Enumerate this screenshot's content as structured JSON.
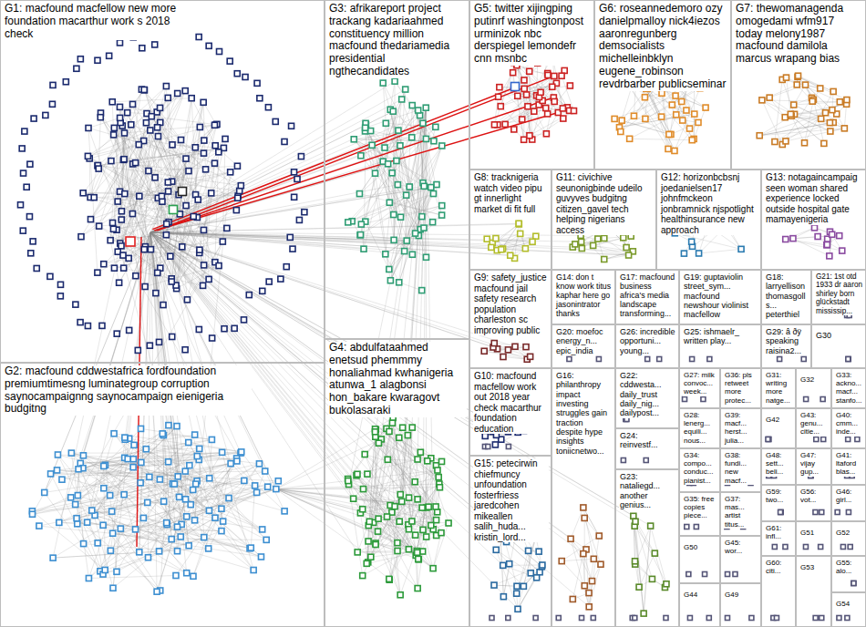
{
  "diagram": {
    "nodes": [
      {
        "text": [
          "G1: macfound macfellow new more foundation macarthur work s 2018 check"
        ]
      },
      {
        "text": [
          "G2: macfound cddwestafrica fordfoundation premiumtimesng luminategroup corruption saynocampaignng saynocampaign eienigeria budgitng"
        ]
      },
      {
        "text": [
          "G3: afrikareport project trackang kadariaahmed constituency million macfound thedariamedia presidential ngthecandidates"
        ]
      },
      {
        "text": [
          "G4: abdulfataahmed enetsud phemmmy honaliahmad kwhanigeria atunwa_1 alagbonsi hon_bakare kwaragovt bukolasaraki"
        ]
      },
      {
        "text": [
          "G5: twitter xijingping putinrf washingtonpost urminizok nbc derspiegel lemondefr cnn msnbc"
        ]
      },
      {
        "text": [
          "G6: roseannedemoro ozy danielpmalloy nick4iezos aaronregunberg demsocialists michelleinbklyn eugene_robinson revdrbarber publicseminar"
        ]
      },
      {
        "text": [
          "G7: thewomanagenda omogedami wfm917 today melony1987 macfound damilola marcus wrapang bias"
        ]
      },
      {
        "text": [
          "G8: tracknigeria watch video pipu gt innerlight market di fit full"
        ]
      },
      {
        "text": [
          "G11: civichive seunonigbinde udeilo guvyves budgitng citizen_gavel tech helping nigerians access"
        ]
      },
      {
        "text": [
          "G12: horizonbcbsnj joedanielsen17 johnfmckeon jonbramnick njspotlight healthinsurance new approach"
        ]
      },
      {
        "text": [
          "G13: notagaincampaig seen woman shared experience locked outside hospital gate mamayenigeria"
        ]
      },
      {
        "text": [
          "G9: safety_justice macfound jail safety research population charleston sc improving public"
        ]
      },
      {
        "text": [
          "G14: don t know work titus kaphar here go jasonintrator thanks"
        ]
      },
      {
        "text": [
          "G17: macfound business africa's media landscape transforming..."
        ]
      },
      {
        "text": [
          "G19: guptaviolin street_sym... macfound newshour violinist macfellow"
        ]
      },
      {
        "text": [
          "G18: larryellison thomasgolls... peterthiel"
        ]
      },
      {
        "text": [
          "G21: 1st otd 1933 dr aaron shirley born glückstadt mississip..."
        ]
      },
      {
        "text": [
          "G20: moefoc energy_n... epic_india"
        ]
      },
      {
        "text": [
          "G26: incredible opportuni... young..."
        ]
      },
      {
        "text": [
          "G25: ishmaelr_ written play..."
        ]
      },
      {
        "text": [
          "G29: â ðÿ speaking raisina2..."
        ]
      },
      {
        "text": [
          "G30"
        ]
      },
      {
        "text": [
          "G10: macfound macfellow work out 2018 year check macarthur foundation education"
        ]
      },
      {
        "text": [
          "G15: petecirwin chiefmuncy unfoundation fosterfriess jaredcohen mikeallen salih_huda... kristin_lord..."
        ]
      },
      {
        "text": [
          "G16: philanthropy impact investing struggles gain traction despite hype insights toniicnetwo..."
        ]
      },
      {
        "text": [
          "G22: cddwesta... daily_trust daily_nig... dailypost..."
        ]
      },
      {
        "text": [
          "G24: reinvestf..."
        ]
      },
      {
        "text": [
          "G23: nataliegd... another genius..."
        ]
      },
      {
        "text": [
          "G27: milk convoc... week..."
        ]
      },
      {
        "text": [
          "G28: lenerg... equili... nous..."
        ]
      },
      {
        "text": [
          "G34: compo... conduc... pianist..."
        ]
      },
      {
        "text": [
          "G35: free copies piece..."
        ]
      },
      {
        "text": [
          "G50"
        ]
      },
      {
        "text": [
          "G44"
        ]
      },
      {
        "text": [
          "G36: pls retweet more protec..."
        ]
      },
      {
        "text": [
          "G39: macf... herst... julia..."
        ]
      },
      {
        "text": [
          "G38: fundi... new macf..."
        ]
      },
      {
        "text": [
          "G37: mas... artist titus..."
        ]
      },
      {
        "text": [
          "G45: wor..."
        ]
      },
      {
        "text": [
          "G49"
        ]
      },
      {
        "text": [
          "G31: writing more natge..."
        ]
      },
      {
        "text": [
          "G42"
        ]
      },
      {
        "text": [
          "G48: sett... beli..."
        ]
      },
      {
        "text": [
          "G59: two..."
        ]
      },
      {
        "text": [
          "G61: infl..."
        ]
      },
      {
        "text": [
          "G60: citi..."
        ]
      },
      {
        "text": [
          "G32"
        ]
      },
      {
        "text": [
          "G43: genu... citie..."
        ]
      },
      {
        "text": [
          "G47: vijay gup..."
        ]
      },
      {
        "text": [
          "G56: vot..."
        ]
      },
      {
        "text": [
          "G51"
        ]
      },
      {
        "text": [
          "G53"
        ]
      },
      {
        "text": [
          "G33: ackno... macf... stanfo..."
        ]
      },
      {
        "text": [
          "G40: cmm... inde..."
        ]
      },
      {
        "text": [
          "G41: ltaford blas..."
        ]
      },
      {
        "text": [
          "G46: girl..."
        ]
      },
      {
        "text": [
          "G52"
        ]
      },
      {
        "text": [
          "G55: alo..."
        ]
      },
      {
        "text": [
          "G54"
        ]
      }
    ]
  }
}
